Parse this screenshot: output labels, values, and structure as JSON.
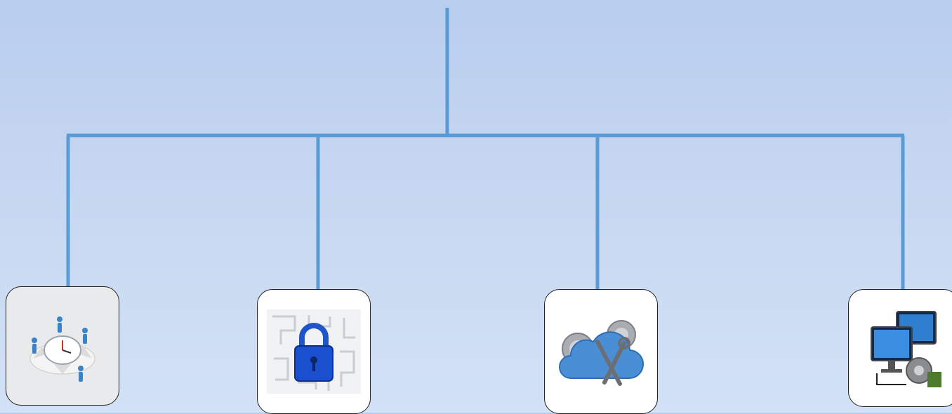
{
  "diagram": {
    "type": "org-chart-tree",
    "line_color": "#5b9bd5",
    "background_color": "#c6d7f1",
    "nodes": [
      {
        "id": "team-time-management",
        "icon": "team-clock-icon"
      },
      {
        "id": "security-lock",
        "icon": "padlock-maze-icon"
      },
      {
        "id": "cloud-tools",
        "icon": "cloud-gear-tools-icon"
      },
      {
        "id": "computers-settings",
        "icon": "monitors-gear-icon"
      }
    ]
  }
}
